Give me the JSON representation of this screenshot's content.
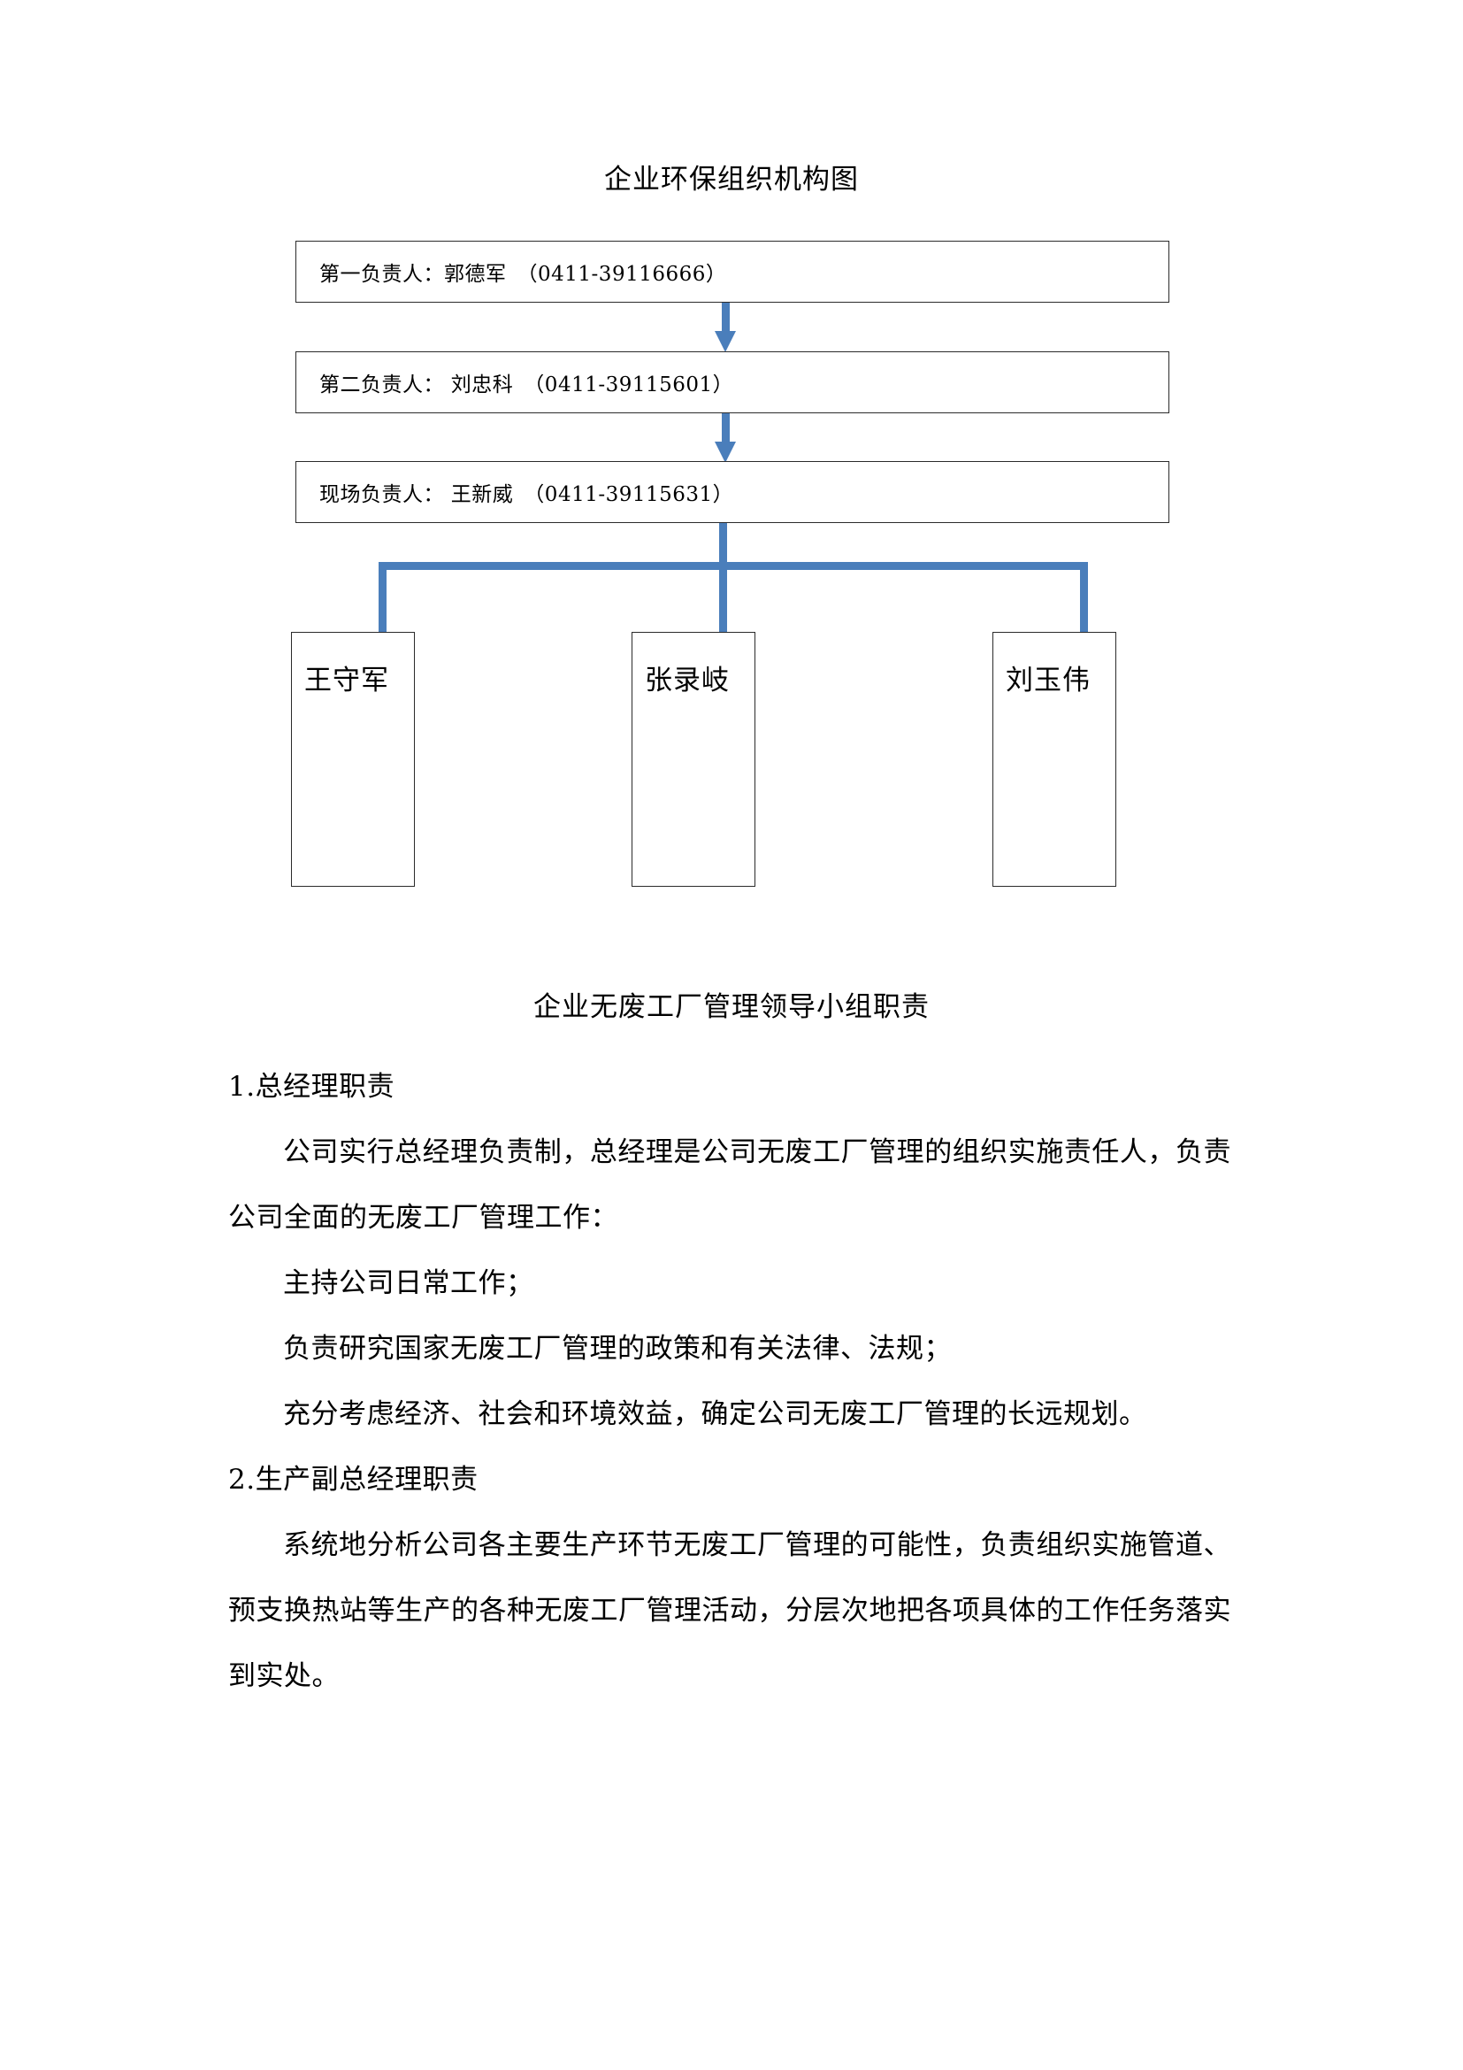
{
  "document": {
    "diagram_title": "企业环保组织机构图",
    "section_heading": "企业无废工厂管理领导小组职责"
  },
  "org_chart": {
    "nodes": [
      {
        "role": "第一负责人",
        "text": "第一负责人：郭德军　（0411-39116666）",
        "name": "郭德军",
        "phone": "0411-39116666"
      },
      {
        "role": "第二负责人",
        "text": "第二负责人： 刘忠科　（0411-39115601）",
        "name": "刘忠科",
        "phone": "0411-39115601"
      },
      {
        "role": "现场负责人",
        "text": "现场负责人： 王新威　（0411-39115631）",
        "name": "王新威",
        "phone": "0411-39115631"
      }
    ],
    "members": [
      {
        "name": "王守军"
      },
      {
        "name": "张录岐"
      },
      {
        "name": "刘玉伟"
      }
    ],
    "connector_color": "#4a7ebb",
    "box_border_color": "#2b2b2b"
  },
  "content": {
    "paragraphs": [
      {
        "id": "p1",
        "style": "numbered",
        "text": "1.总经理职责"
      },
      {
        "id": "p2",
        "style": "indent",
        "text": "公司实行总经理负责制，总经理是公司无废工厂管理的组织实施责任人，负责公司全面的无废工厂管理工作："
      },
      {
        "id": "p3",
        "style": "indent",
        "text": "主持公司日常工作；"
      },
      {
        "id": "p4",
        "style": "indent",
        "text": "负责研究国家无废工厂管理的政策和有关法律、法规；"
      },
      {
        "id": "p5",
        "style": "indent",
        "text": "充分考虑经济、社会和环境效益，确定公司无废工厂管理的长远规划。"
      },
      {
        "id": "p6",
        "style": "numbered",
        "text": "2.生产副总经理职责"
      },
      {
        "id": "p7",
        "style": "indent",
        "text": "系统地分析公司各主要生产环节无废工厂管理的可能性，负责组织实施管道、预支换热站等生产的各种无废工厂管理活动，分层次地把各项具体的工作任务落实到实处。"
      }
    ]
  }
}
